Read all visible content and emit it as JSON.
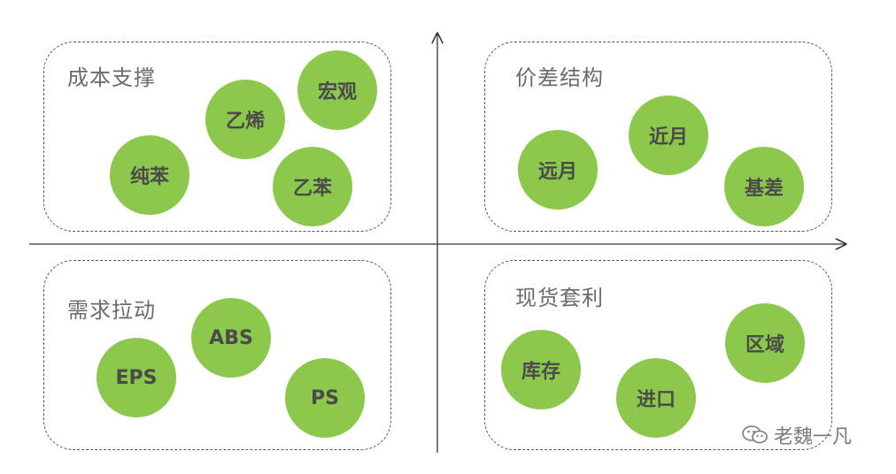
{
  "colors": {
    "bubble": "#8cc84b",
    "axis": "#333333",
    "border": "#555555"
  },
  "quadrants": [
    {
      "title": "成本支撑",
      "bubbles": [
        "宏观",
        "乙烯",
        "纯苯",
        "乙苯"
      ]
    },
    {
      "title": "价差结构",
      "bubbles": [
        "近月",
        "远月",
        "基差"
      ]
    },
    {
      "title": "需求拉动",
      "bubbles": [
        "ABS",
        "EPS",
        "PS"
      ]
    },
    {
      "title": "现货套利",
      "bubbles": [
        "区域",
        "库存",
        "进口"
      ]
    }
  ],
  "watermark": {
    "text": "老魏一凡",
    "icon": "wechat-icon"
  }
}
